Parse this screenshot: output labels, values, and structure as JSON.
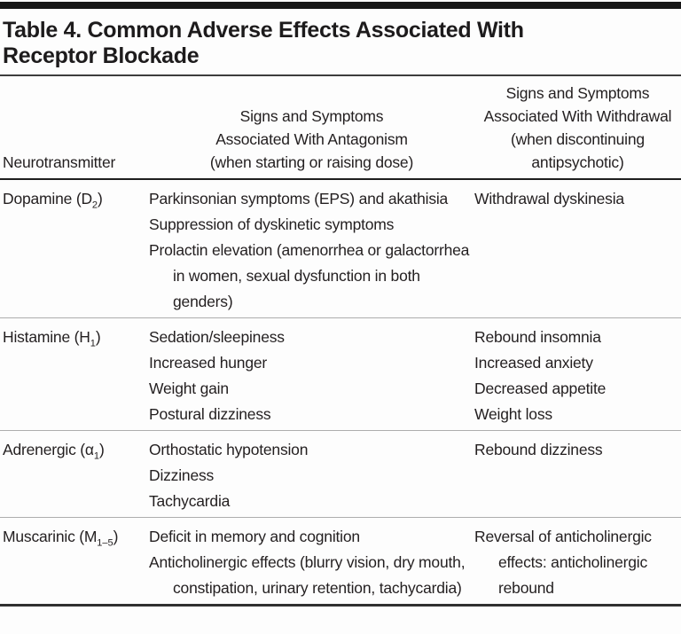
{
  "title": "Table 4. Common Adverse Effects Associated With\nReceptor Blockade",
  "header": {
    "col1": "Neurotransmitter",
    "col2": "Signs and Symptoms\nAssociated With Antagonism\n(when starting or raising dose)",
    "col3": "Signs and Symptoms\nAssociated With Withdrawal\n(when discontinuing\nantipsychotic)"
  },
  "rows": [
    {
      "neuro": {
        "pre": "Dopamine (D",
        "sub": "2",
        "post": ")"
      },
      "antagonism": [
        "Parkinsonian symptoms (EPS) and akathisia",
        "Suppression of dyskinetic symptoms",
        "Prolactin elevation (amenorrhea or galactorrhea in women, sexual dysfunction in both genders)"
      ],
      "withdrawal": [
        "Withdrawal dyskinesia"
      ]
    },
    {
      "neuro": {
        "pre": "Histamine (H",
        "sub": "1",
        "post": ")"
      },
      "antagonism": [
        "Sedation/sleepiness",
        "Increased hunger",
        "Weight gain",
        "Postural dizziness"
      ],
      "withdrawal": [
        "Rebound insomnia",
        "Increased anxiety",
        "Decreased appetite",
        "Weight loss"
      ]
    },
    {
      "neuro": {
        "pre": "Adrenergic (α",
        "sub": "1",
        "post": ")"
      },
      "antagonism": [
        "Orthostatic hypotension",
        "Dizziness",
        "Tachycardia"
      ],
      "withdrawal": [
        "Rebound dizziness"
      ]
    },
    {
      "neuro": {
        "pre": "Muscarinic (M",
        "sub": "1–5",
        "post": ")"
      },
      "antagonism": [
        "Deficit in memory and cognition",
        "Anticholinergic effects (blurry vision, dry mouth, constipation, urinary retention, tachycardia)"
      ],
      "withdrawal": [
        "Reversal of anticholinergic effects: anticholinergic rebound"
      ]
    }
  ],
  "colors": {
    "text": "#231f20",
    "top_bar": "#171717",
    "header_rule": "#1e1e1e",
    "row_divider": "#adadad",
    "bottom_rule": "#303030",
    "background": "#fdfdfd"
  }
}
